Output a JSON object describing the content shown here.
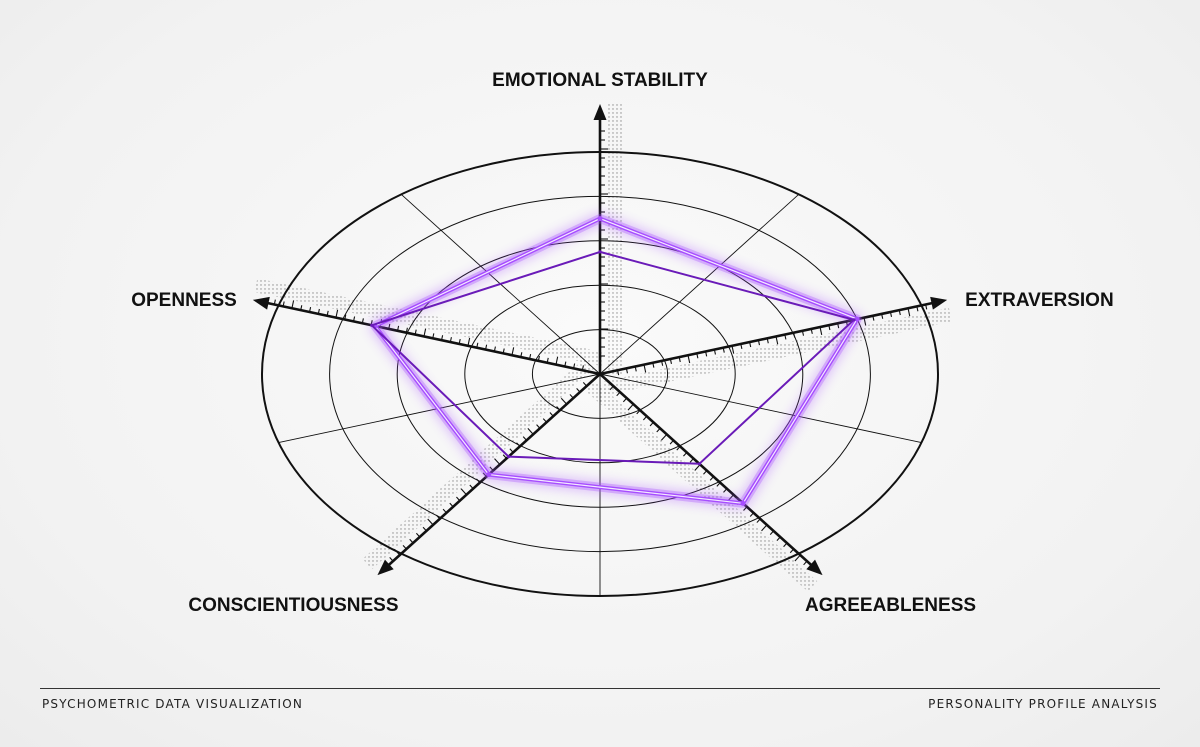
{
  "chart_data": {
    "type": "radar",
    "axes": [
      "EMOTIONAL STABILITY",
      "EXTRAVERSION",
      "AGREEABLENESS",
      "CONSCIENTIOUSNESS",
      "OPENNESS"
    ],
    "scale_max": 10,
    "rings": 5,
    "grid": true,
    "series": [
      {
        "values": [
          7.0,
          8.0,
          7.2,
          5.6,
          7.0
        ],
        "color": "#a64dff",
        "style": "glow"
      },
      {
        "values": [
          5.5,
          7.9,
          5.0,
          4.6,
          7.1
        ],
        "color": "#6a1bb8",
        "style": "line"
      }
    ]
  },
  "footer": {
    "left": "PSYCHOMETRIC DATA VISUALIZATION",
    "right": "PERSONALITY PROFILE ANALYSIS"
  },
  "colors": {
    "accent": "#a64dff",
    "accent_dark": "#6a1bb8",
    "ink": "#111111"
  }
}
